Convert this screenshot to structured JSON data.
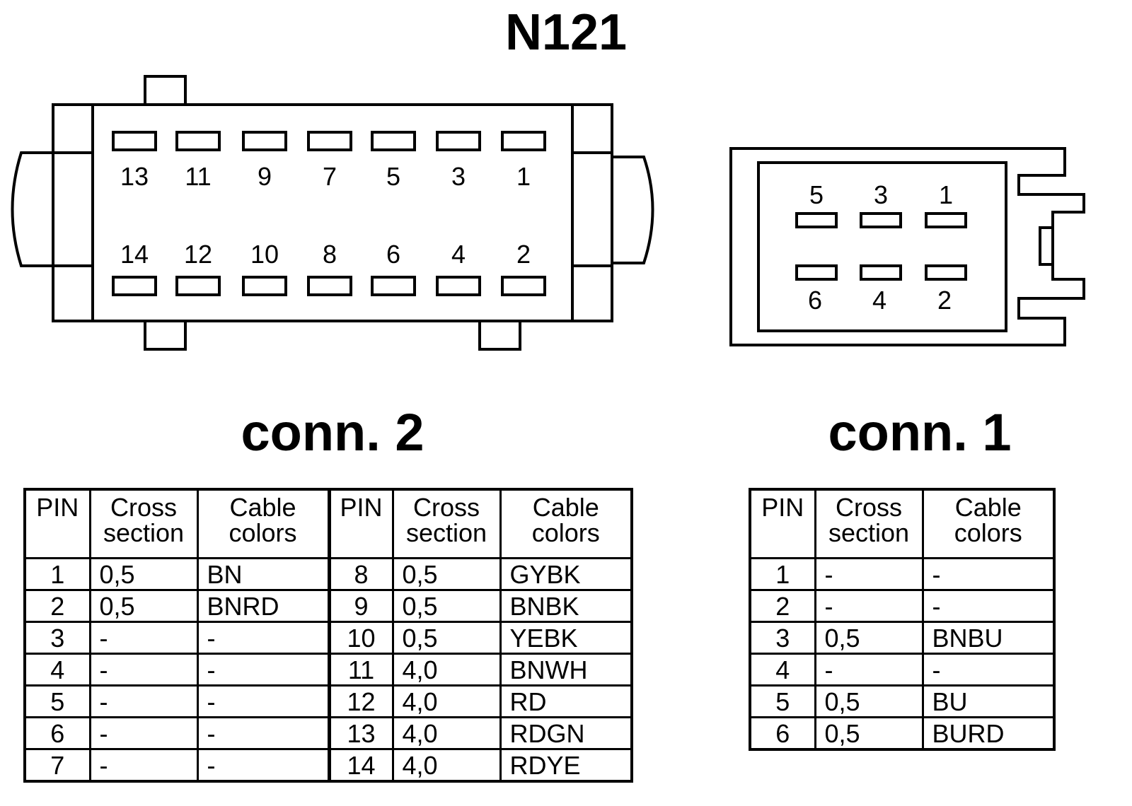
{
  "main_title": "N121",
  "connectors": {
    "conn2": {
      "title": "conn. 2",
      "pins_top": [
        "13",
        "11",
        "9",
        "7",
        "5",
        "3",
        "1"
      ],
      "pins_bottom": [
        "14",
        "12",
        "10",
        "8",
        "6",
        "4",
        "2"
      ]
    },
    "conn1": {
      "title": "conn. 1",
      "pins_top": [
        "5",
        "3",
        "1"
      ],
      "pins_bottom": [
        "6",
        "4",
        "2"
      ]
    }
  },
  "tables": {
    "headers": {
      "pin": "PIN",
      "cross_1": "Cross",
      "cross_2": "section",
      "cable_1": "Cable",
      "cable_2": "colors"
    },
    "conn2_left": [
      {
        "pin": "1",
        "section": "0,5",
        "color": "BN"
      },
      {
        "pin": "2",
        "section": "0,5",
        "color": "BNRD"
      },
      {
        "pin": "3",
        "section": "-",
        "color": "-"
      },
      {
        "pin": "4",
        "section": "-",
        "color": "-"
      },
      {
        "pin": "5",
        "section": "-",
        "color": "-"
      },
      {
        "pin": "6",
        "section": "-",
        "color": "-"
      },
      {
        "pin": "7",
        "section": "-",
        "color": "-"
      }
    ],
    "conn2_right": [
      {
        "pin": "8",
        "section": "0,5",
        "color": "GYBK"
      },
      {
        "pin": "9",
        "section": "0,5",
        "color": "BNBK"
      },
      {
        "pin": "10",
        "section": "0,5",
        "color": "YEBK"
      },
      {
        "pin": "11",
        "section": "4,0",
        "color": "BNWH"
      },
      {
        "pin": "12",
        "section": "4,0",
        "color": "RD"
      },
      {
        "pin": "13",
        "section": "4,0",
        "color": "RDGN"
      },
      {
        "pin": "14",
        "section": "4,0",
        "color": "RDYE"
      }
    ],
    "conn1": [
      {
        "pin": "1",
        "section": "-",
        "color": "-"
      },
      {
        "pin": "2",
        "section": "-",
        "color": "-"
      },
      {
        "pin": "3",
        "section": "0,5",
        "color": "BNBU"
      },
      {
        "pin": "4",
        "section": "-",
        "color": "-"
      },
      {
        "pin": "5",
        "section": "0,5",
        "color": "BU"
      },
      {
        "pin": "6",
        "section": "0,5",
        "color": "BURD"
      }
    ]
  }
}
